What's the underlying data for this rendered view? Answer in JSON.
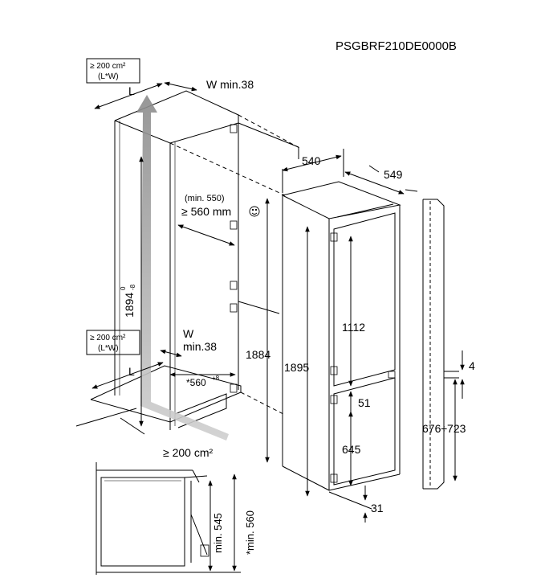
{
  "model_code": "PSGBRF210DE0000B",
  "vent_top": {
    "area": "≥ 200 cm²",
    "dims": "(L*W)"
  },
  "vent_bottom": {
    "area": "≥ 200 cm²",
    "dims": "(L*W)"
  },
  "vent_floor": "≥ 200 cm²",
  "label_L_top": "L",
  "label_L_bottom": "L",
  "label_W_top": "W min.38",
  "label_W_mid_line1": "W",
  "label_W_mid_line2": "min.38",
  "niche_width_min": "(min. 550)",
  "niche_width": "≥ 560 mm",
  "niche_height_main": "1894",
  "niche_height_tol_top": "0",
  "niche_height_tol_bottom": "-8",
  "niche_depth_main": "*560",
  "niche_depth_tol": "+8",
  "appliance_width": "540",
  "appliance_depth": "549",
  "appliance_height": "1895",
  "appliance_inner_height": "1884",
  "fridge_door_height": "1112",
  "gap_51": "51",
  "freezer_door_height": "645",
  "bottom_31": "31",
  "side_gap": "4",
  "side_range": "676÷723",
  "detail_min_545": "min. 545",
  "detail_min_560": "*min. 560"
}
